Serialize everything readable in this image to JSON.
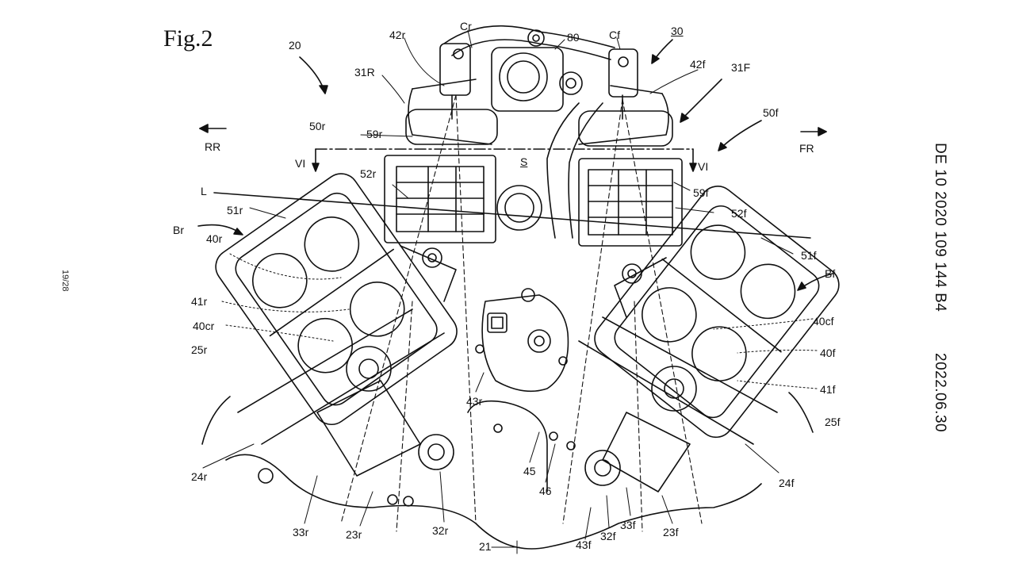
{
  "figure_title": "Fig.2",
  "side_text": {
    "publication_number": "DE 10 2020 109 144 B4",
    "date": "2022.06.30"
  },
  "page_number": "19/28",
  "directions": {
    "rear": "RR",
    "front": "FR"
  },
  "section_mark": "VI",
  "labels": {
    "l20": "20",
    "l30": "30",
    "cr": "Cr",
    "cf": "Cf",
    "l80": "80",
    "l42r": "42r",
    "l42f": "42f",
    "l31R": "31R",
    "l31F": "31F",
    "l50r": "50r",
    "l50f": "50f",
    "l59r": "59r",
    "l59f": "59f",
    "l52r": "52r",
    "l52f": "52f",
    "lS": "S",
    "lL": "L",
    "l51r": "51r",
    "l51f": "51f",
    "br": "Br",
    "bf": "Bf",
    "l40r": "40r",
    "l40f": "40f",
    "l40cr": "40cr",
    "l40cf": "40cf",
    "l41r": "41r",
    "l41f": "41f",
    "l25r": "25r",
    "l25f": "25f",
    "l43r": "43r",
    "l43f": "43f",
    "l24r": "24r",
    "l24f": "24f",
    "l45": "45",
    "l46": "46",
    "l33r": "33r",
    "l33f": "33f",
    "l23r": "23r",
    "l23f": "23f",
    "l32r": "32r",
    "l32f": "32f",
    "l21": "21"
  },
  "colors": {
    "ink": "#111111",
    "paper": "#ffffff"
  }
}
